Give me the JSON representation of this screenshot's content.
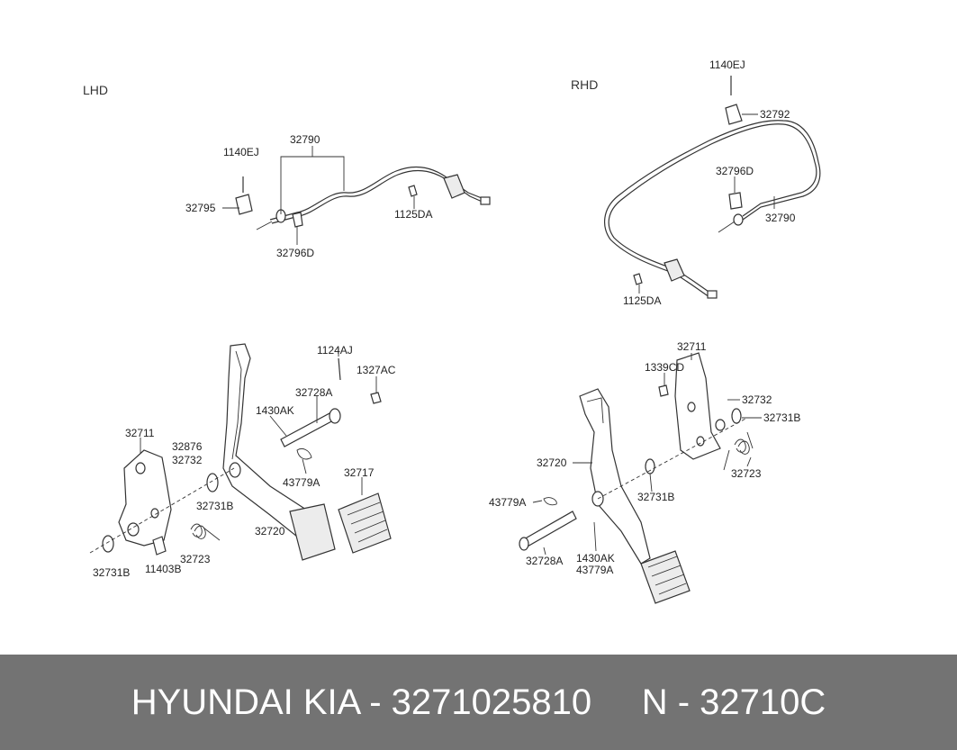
{
  "sections": {
    "lhd": "LHD",
    "rhd": "RHD"
  },
  "labels": {
    "lhd_cable": [
      {
        "id": "l1",
        "text": "32790"
      },
      {
        "id": "l2",
        "text": "1140EJ"
      },
      {
        "id": "l3",
        "text": "32795"
      },
      {
        "id": "l4",
        "text": "1125DA"
      },
      {
        "id": "l5",
        "text": "32796D"
      }
    ],
    "rhd_cable": [
      {
        "id": "r1",
        "text": "1140EJ"
      },
      {
        "id": "r2",
        "text": "32792"
      },
      {
        "id": "r3",
        "text": "32796D"
      },
      {
        "id": "r4",
        "text": "32790"
      },
      {
        "id": "r5",
        "text": "1125DA"
      }
    ],
    "lhd_pedal": [
      {
        "id": "p1",
        "text": "1124AJ"
      },
      {
        "id": "p2",
        "text": "1327AC"
      },
      {
        "id": "p3",
        "text": "32728A"
      },
      {
        "id": "p4",
        "text": "1430AK"
      },
      {
        "id": "p5",
        "text": "32711"
      },
      {
        "id": "p6",
        "text": "32876"
      },
      {
        "id": "p7",
        "text": "32732"
      },
      {
        "id": "p8",
        "text": "43779A"
      },
      {
        "id": "p9",
        "text": "32717"
      },
      {
        "id": "p10",
        "text": "32731B"
      },
      {
        "id": "p11",
        "text": "32720"
      },
      {
        "id": "p12",
        "text": "32723"
      },
      {
        "id": "p13",
        "text": "32731B"
      },
      {
        "id": "p14",
        "text": "11403B"
      }
    ],
    "rhd_pedal": [
      {
        "id": "q1",
        "text": "32711"
      },
      {
        "id": "q2",
        "text": "1339CD"
      },
      {
        "id": "q3",
        "text": "32732"
      },
      {
        "id": "q4",
        "text": "32731B"
      },
      {
        "id": "q5",
        "text": "32723"
      },
      {
        "id": "q6",
        "text": "32720"
      },
      {
        "id": "q7",
        "text": "32731B"
      },
      {
        "id": "q8",
        "text": "43779A"
      },
      {
        "id": "q9",
        "text": "32728A"
      },
      {
        "id": "q10",
        "text": "1430AK"
      },
      {
        "id": "q11",
        "text": "43779A"
      }
    ]
  },
  "footer": {
    "text": "HYUNDAI KIA - 3271025810     N - 32710C"
  }
}
